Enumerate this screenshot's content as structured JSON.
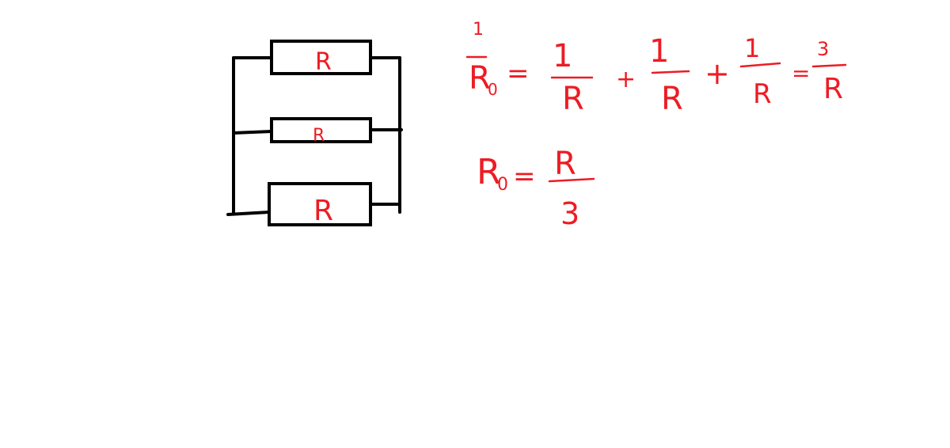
{
  "circuit": {
    "resistor_labels": [
      "R",
      "R",
      "R"
    ],
    "colors": {
      "wire": "#000000",
      "annotation": "#ed1c24"
    }
  },
  "equation1": {
    "lhs": {
      "num": "1",
      "den": "R",
      "sub": "0"
    },
    "eq": "=",
    "terms": [
      {
        "num": "1",
        "den": "R"
      },
      {
        "num": "1",
        "den": "R"
      },
      {
        "num": "1",
        "den": "R"
      }
    ],
    "plus": "+",
    "result": {
      "num": "3",
      "den": "R"
    }
  },
  "equation2": {
    "lhs": "R",
    "sub": "0",
    "eq": "=",
    "num": "R",
    "den": "3"
  }
}
